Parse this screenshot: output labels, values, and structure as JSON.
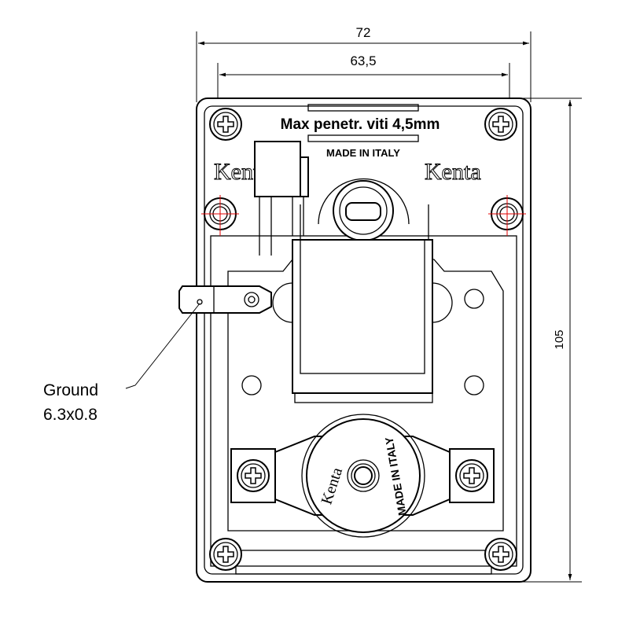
{
  "dimensions": {
    "overall_width": "72",
    "hole_spacing": "63,5",
    "overall_height": "105"
  },
  "body": {
    "max_screw_label": "Max penetr. viti 4,5mm",
    "made_in_label": "MADE IN ITALY",
    "brand_left": "Kenta",
    "brand_right": "Kenta"
  },
  "rotor": {
    "brand": "Kenta",
    "made_in": "MADE IN ITALY"
  },
  "ground_terminal": {
    "label": "Ground",
    "size": "6.3x0.8"
  },
  "colors": {
    "center_line": "#e00000",
    "line": "#000000"
  }
}
